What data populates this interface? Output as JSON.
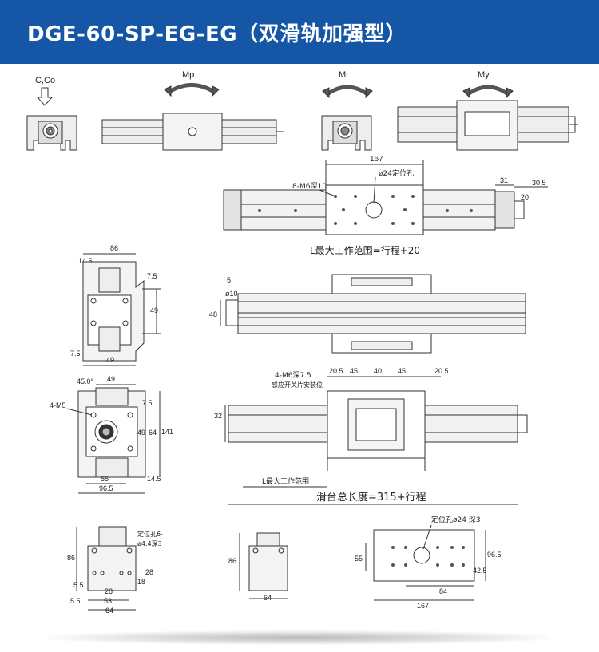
{
  "header": {
    "title": "DGE-60-SP-EG-EG（双滑轨加强型）",
    "color": "#1556a6"
  },
  "moments": {
    "c": "C,Co",
    "mp": "Mp",
    "mr": "Mr",
    "my": "My"
  },
  "dims": {
    "top": {
      "d167": "167",
      "hole": "ø24定位孔",
      "m6": "8-M6深10",
      "d31": "31",
      "d305": "30.5",
      "d20": "20",
      "range": "L最大工作范围=行程+20"
    },
    "sideA": {
      "d86": "86",
      "d145": "14.5",
      "d75a": "7.5",
      "d49a": "49",
      "d75b": "7.5",
      "d49b": "49"
    },
    "front": {
      "d5": "5",
      "d10": "ø10",
      "d48": "48"
    },
    "sideB": {
      "d450": "45.0°",
      "d49": "49",
      "m5": "4-M5",
      "d75": "7.5",
      "d49v": "49",
      "d64": "64",
      "d141": "141",
      "d55": "55",
      "d145": "14.5",
      "d965": "96.5"
    },
    "bottom": {
      "m6": "4-M6深7.5",
      "sensor": "感应开关片安装位",
      "d205": "20.5",
      "d45a": "45",
      "d40": "40",
      "d45b": "45",
      "d205b": "20.5",
      "d32": "32",
      "range": "L最大工作范围",
      "total": "滑台总长度=315+行程"
    },
    "end1": {
      "hole": "定位孔6-",
      "hole2": "ø4.4深3",
      "d86": "86",
      "d28a": "28",
      "d18": "18",
      "d55": "5.5",
      "d28b": "28",
      "d53": "53",
      "d64": "64",
      "d55b": "5.5"
    },
    "end2": {
      "d86": "86",
      "d64": "64"
    },
    "plate": {
      "hole": "定位孔ø24 深3",
      "d55": "55",
      "d965": "96.5",
      "d425": "42.5",
      "d84": "84",
      "d167": "167"
    }
  }
}
